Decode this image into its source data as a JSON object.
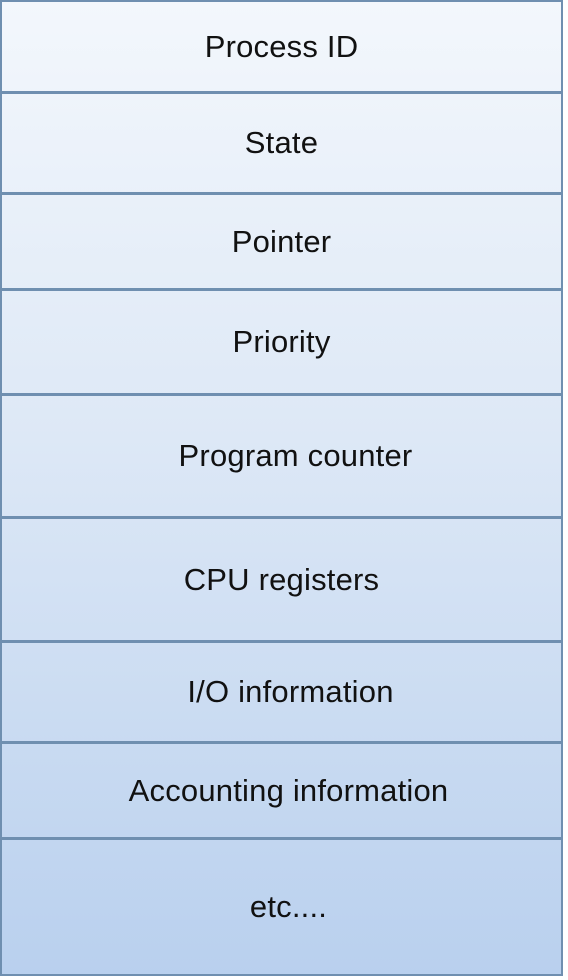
{
  "pcb": {
    "fields": [
      "Process ID",
      "State",
      "Pointer",
      "Priority",
      "Program counter",
      "CPU registers",
      "I/O information",
      "Accounting information",
      "etc...."
    ]
  }
}
